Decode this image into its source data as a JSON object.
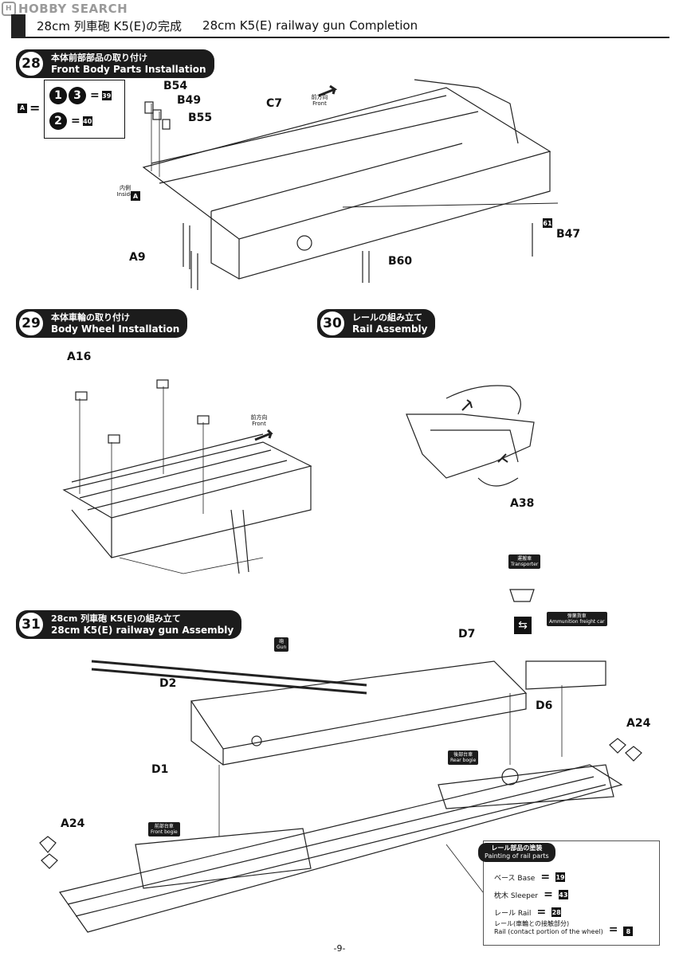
{
  "watermark": {
    "logo": "H",
    "text": "HOBBY SEARCH"
  },
  "title": {
    "jp": "28cm 列車砲 K5(E)の完成",
    "en": "28cm K5(E) railway gun Completion"
  },
  "steps": [
    {
      "num": "28",
      "jp": "本体前部部品の取り付け",
      "en": "Front Body Parts Installation"
    },
    {
      "num": "29",
      "jp": "本体車輪の取り付け",
      "en": "Body Wheel Installation"
    },
    {
      "num": "30",
      "jp": "レールの組み立て",
      "en": "Rail Assembly"
    },
    {
      "num": "31",
      "jp": "28cm 列車砲 K5(E)の組み立て",
      "en": "28cm K5(E) railway gun Assembly"
    }
  ],
  "formula": {
    "marker": "A",
    "eq": "=",
    "row1_parts": [
      "1",
      "3"
    ],
    "row1_color": "39",
    "row2_parts": [
      "2"
    ],
    "row2_color": "40"
  },
  "parts": {
    "b54": "B54",
    "b49": "B49",
    "b55": "B55",
    "c7": "C7",
    "a9": "A9",
    "b60": "B60",
    "b47": "B47",
    "b47_color": "61",
    "a16": "A16",
    "a38": "A38",
    "d7": "D7",
    "d2": "D2",
    "d1": "D1",
    "d6": "D6",
    "a24_right": "A24",
    "a24_left": "A24"
  },
  "annotations": {
    "front_jp": "前方向",
    "front_en": "Front",
    "inside_jp": "内側",
    "inside_en": "Inside",
    "inside_marker": "A",
    "front2_jp": "前方向",
    "front2_en": "Front",
    "gun_jp": "砲",
    "gun_en": "Gun",
    "transporter_jp": "運搬車",
    "transporter_en": "Transporter",
    "ammo_jp": "弾薬貨車",
    "ammo_en": "Ammunition freight car",
    "rear_jp": "後部台車",
    "rear_en": "Rear bogie",
    "front_bogie_jp": "前部台車",
    "front_bogie_en": "Front bogie"
  },
  "painting": {
    "title_jp": "レール部品の塗装",
    "title_en": "Painting of rail parts",
    "rows": [
      {
        "label": "ベース Base",
        "color": "19"
      },
      {
        "label": "枕木 Sleeper",
        "color": "43"
      },
      {
        "label": "レール Rail",
        "color": "28"
      },
      {
        "label": "レール(車輪との接触部分)",
        "label2": "Rail (contact portion of the wheel)",
        "color": "8"
      }
    ],
    "eq": "="
  },
  "page_number": "-9-"
}
